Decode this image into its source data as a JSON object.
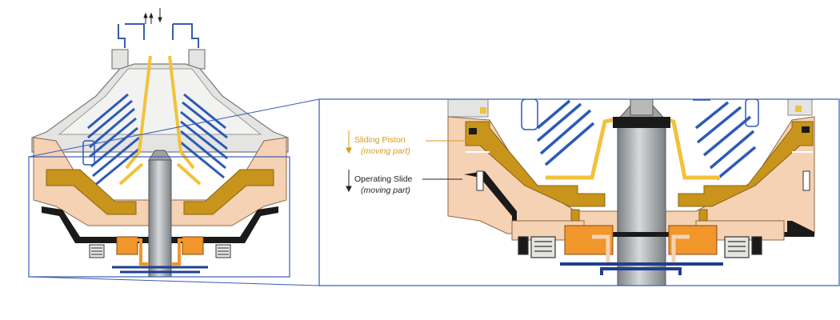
{
  "labels": {
    "sliding_piston": {
      "title": "Sliding Piston",
      "subtitle": "(moving part)"
    },
    "operating_slide": {
      "title": "Operating Slide",
      "subtitle": "(moving part)"
    }
  },
  "colors": {
    "frame_blue": "#3a5bb0",
    "peach": "#f6d2b4",
    "peach_dark": "#e9b690",
    "gold": "#c8941c",
    "gold_dark": "#8a6410",
    "yellow": "#f2c23a",
    "orange": "#f0962b",
    "disc_blue": "#2c5ab8",
    "grey_light": "#e4e4e2",
    "grey_mid": "#b9b9b6",
    "spindle": "#9ea3a7",
    "black": "#1a1a1a",
    "navy": "#1f3f8f",
    "sliding_piston_text": "#d99a18",
    "operating_slide_text": "#222222"
  }
}
